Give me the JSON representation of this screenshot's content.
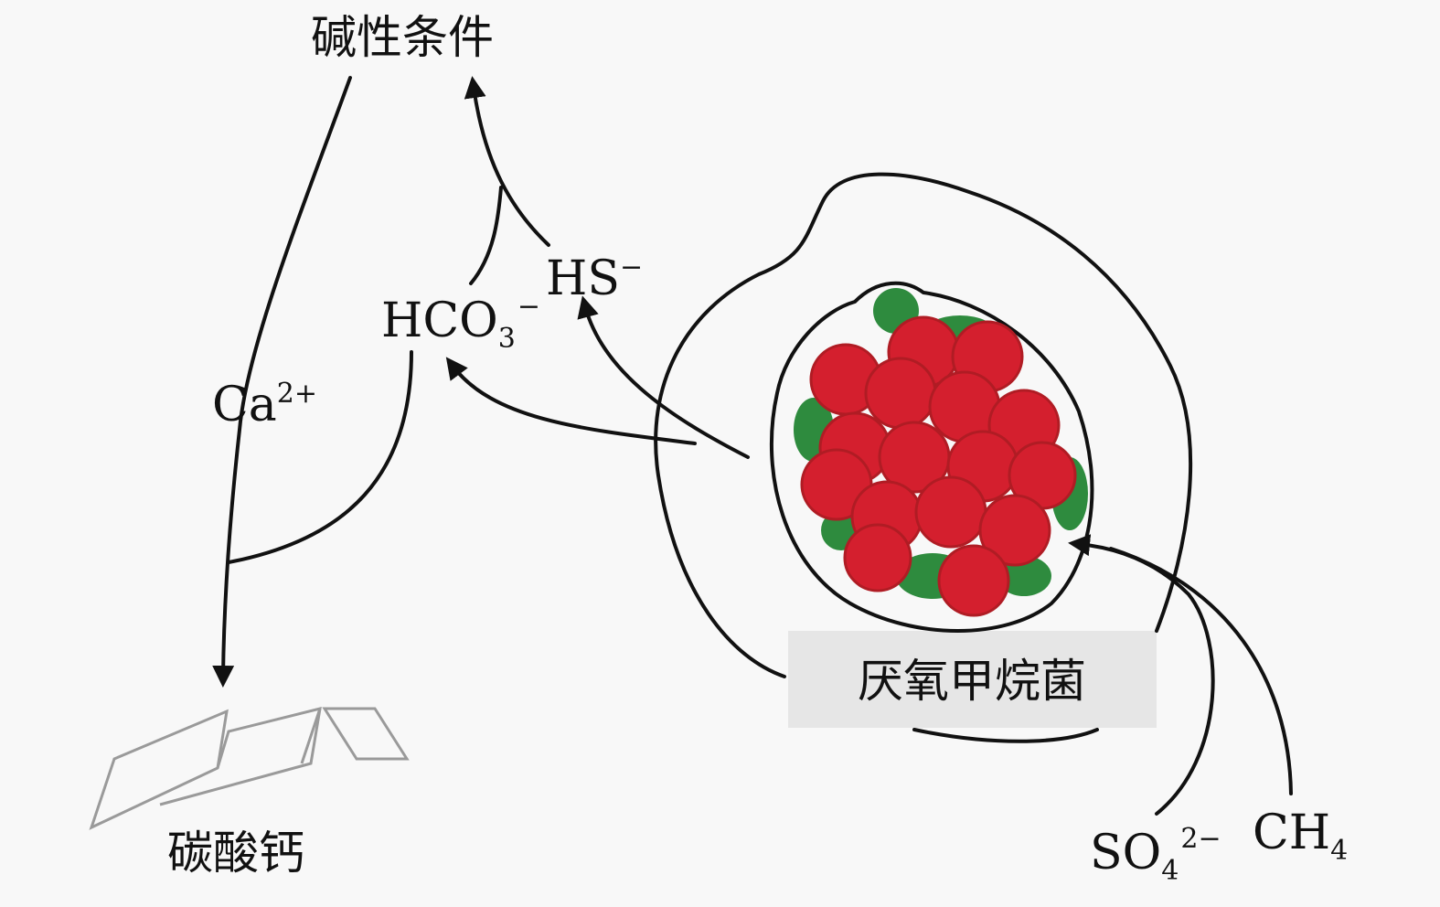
{
  "labels": {
    "alkaline": "碱性条件",
    "calcium_carbonate": "碳酸钙",
    "anme": "厌氧甲烷菌",
    "ca": {
      "base": "Ca",
      "sup": "2+"
    },
    "hco3": {
      "base": "HCO",
      "sub": "3",
      "sup": "−"
    },
    "hs": {
      "base": "HS",
      "sup": "−"
    },
    "so4": {
      "base": "SO",
      "sub": "4",
      "sup": "2−"
    },
    "ch4": {
      "base": "CH",
      "sub": "4"
    }
  },
  "colors": {
    "archaea": "#d41f2e",
    "bacteria": "#2e8b3e",
    "box": "#e6e6e6"
  }
}
